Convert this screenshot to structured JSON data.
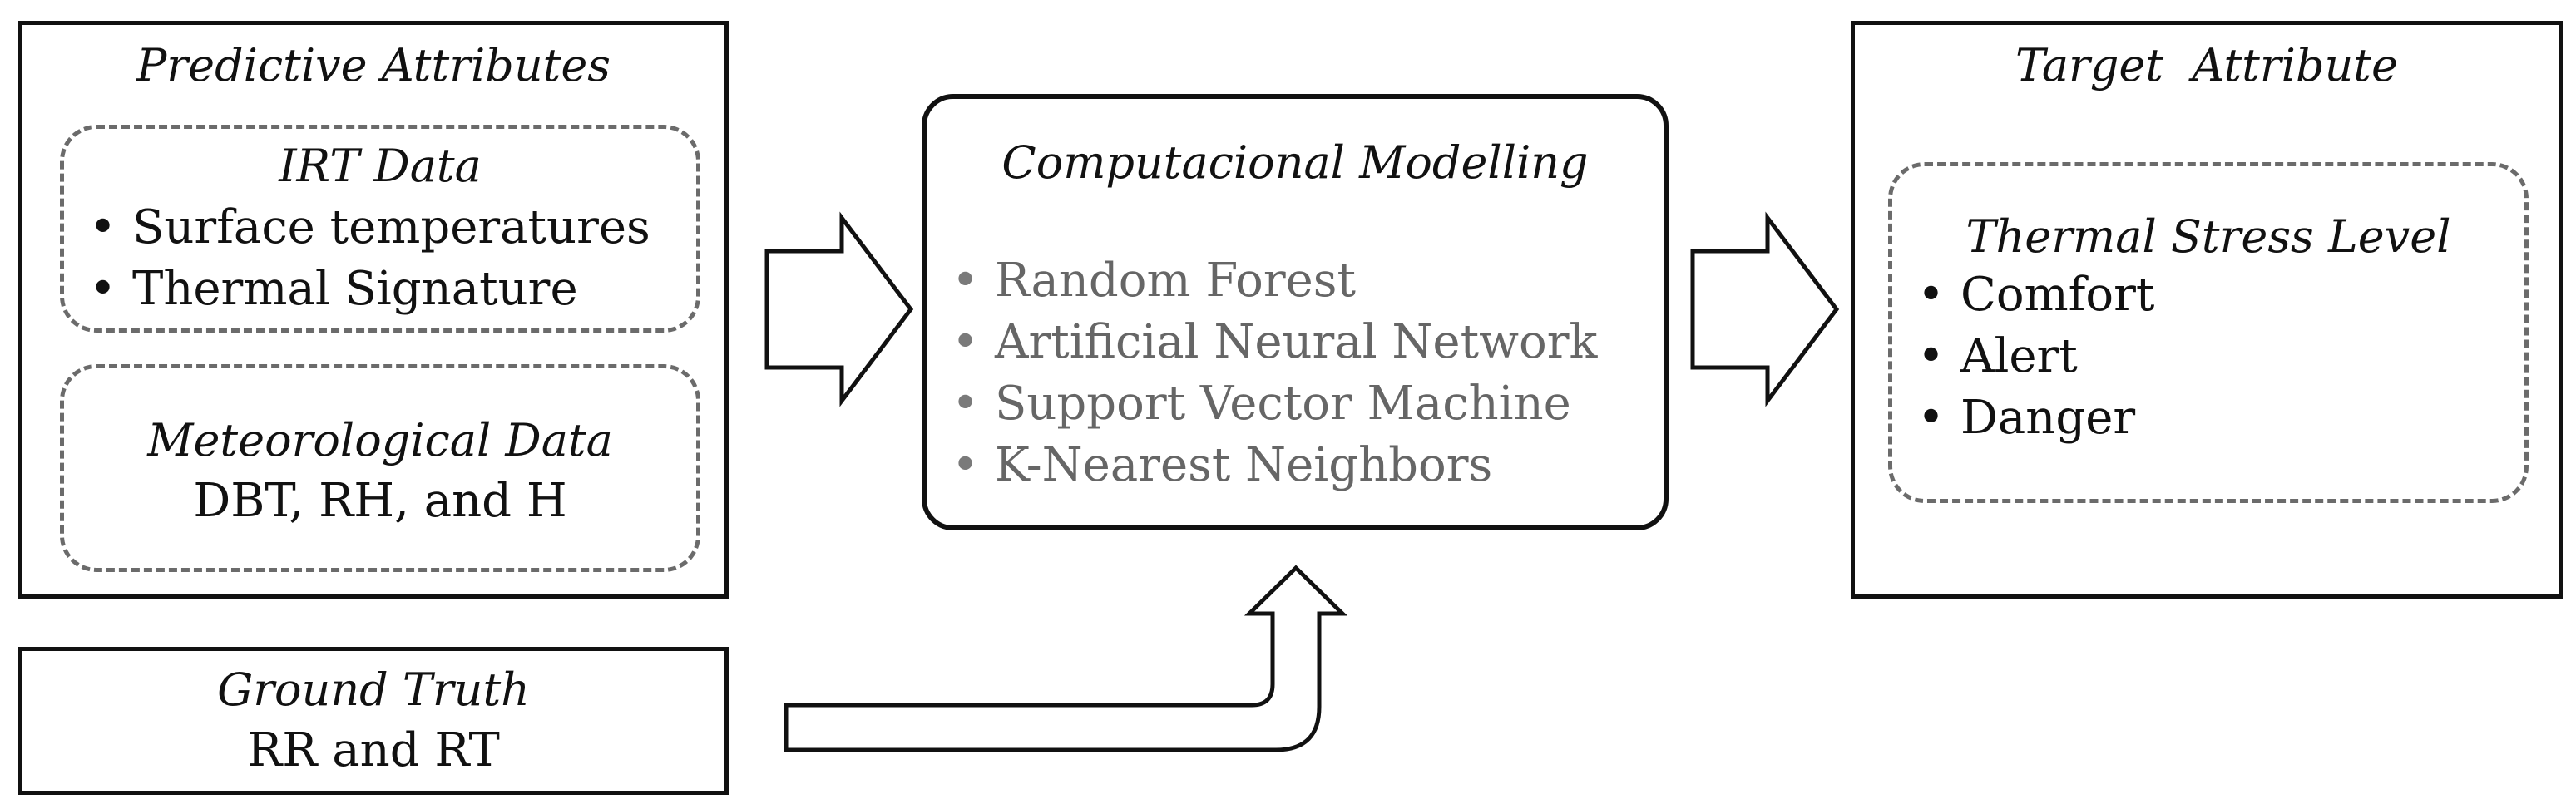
{
  "predictive": {
    "title": "Predictive Attributes",
    "irt": {
      "title": "IRT Data",
      "items": [
        "Surface temperatures",
        "Thermal Signature"
      ]
    },
    "meteo": {
      "title": "Meteorological Data",
      "value": "DBT, RH, and H"
    }
  },
  "ground_truth": {
    "title": "Ground Truth",
    "value": "RR and RT"
  },
  "modelling": {
    "title": "Computacional Modelling",
    "items": [
      "Random Forest",
      "Artificial Neural Network",
      "Support Vector Machine",
      "K-Nearest Neighbors"
    ]
  },
  "target": {
    "title": "Target  Attribute",
    "stress": {
      "title": "Thermal Stress Level",
      "items": [
        "Comfort",
        "Alert",
        "Danger"
      ]
    }
  }
}
